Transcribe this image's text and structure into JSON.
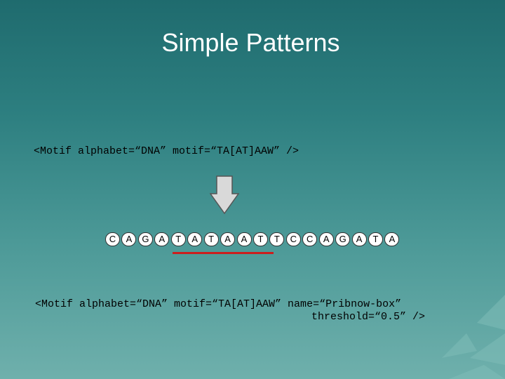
{
  "slide": {
    "title": "Simple Patterns",
    "code_line_1": "<Motif alphabet=“DNA” motif=“TA[AT]AAW” />",
    "code_line_2a": "<Motif alphabet=“DNA” motif=“TA[AT]AAW” name=“Pribnow-box”",
    "code_line_2b": "threshold=“0.5” />",
    "sequence": [
      "C",
      "A",
      "G",
      "A",
      "T",
      "A",
      "T",
      "A",
      "A",
      "T",
      "T",
      "C",
      "C",
      "A",
      "G",
      "A",
      "T",
      "A"
    ],
    "match": {
      "start_index": 4,
      "end_index": 9
    },
    "colors": {
      "underline": "#cc1e1e",
      "arrow": "#d9d9d9",
      "text": "#000000",
      "title": "#ffffff"
    }
  }
}
